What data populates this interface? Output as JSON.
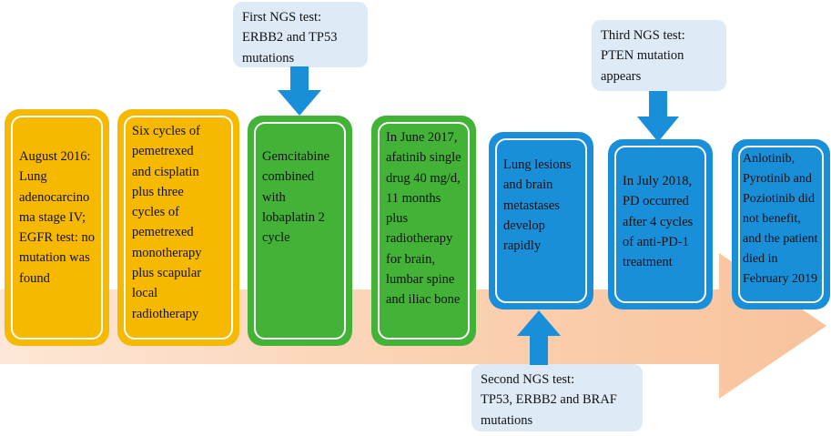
{
  "colors": {
    "orange": "#f6b900",
    "green": "#43b338",
    "blue": "#1a8fd9",
    "note_background": "#deebf7",
    "arrow": "#1a8fd9",
    "timeline": "#fbd5b8"
  },
  "stages": [
    {
      "color": "orange",
      "text": "August 2016:\nLung\nadenocarcino\nma stage IV;\nEGFR test: no\nmutation was\nfound"
    },
    {
      "color": "orange",
      "text": "Six cycles of\npemetrexed\nand cisplatin\nplus three\ncycles of\npemetrexed\nmonotherapy\nplus scapular\nlocal\nradiotherapy"
    },
    {
      "color": "green",
      "text": "Gemcitabine\ncombined with\nlobaplatin 2\ncycle"
    },
    {
      "color": "green",
      "text": "In June 2017,\nafatinib single\ndrug 40 mg/d,\n11 months\nplus\nradiotherapy\nfor brain,\nlumbar spine\nand iliac bone"
    },
    {
      "color": "blue",
      "text": "Lung lesions\nand brain\nmetastases\ndevelop\nrapidly"
    },
    {
      "color": "blue",
      "text": "In July 2018,\nPD occurred\nafter 4 cycles\nof anti-PD-1\ntreatment"
    },
    {
      "color": "blue",
      "text": "Anlotinib,\nPyrotinib and\nPoziotinib did\nnot benefit,\nand the patient\ndied in\nFebruary 2019"
    }
  ],
  "ngs_notes": {
    "first": "First NGS test:\nERBB2 and TP53\nmutations",
    "second": "Second NGS test:\nTP53, ERBB2 and BRAF\nmutations",
    "third": "Third NGS test:\nPTEN mutation\nappears"
  }
}
